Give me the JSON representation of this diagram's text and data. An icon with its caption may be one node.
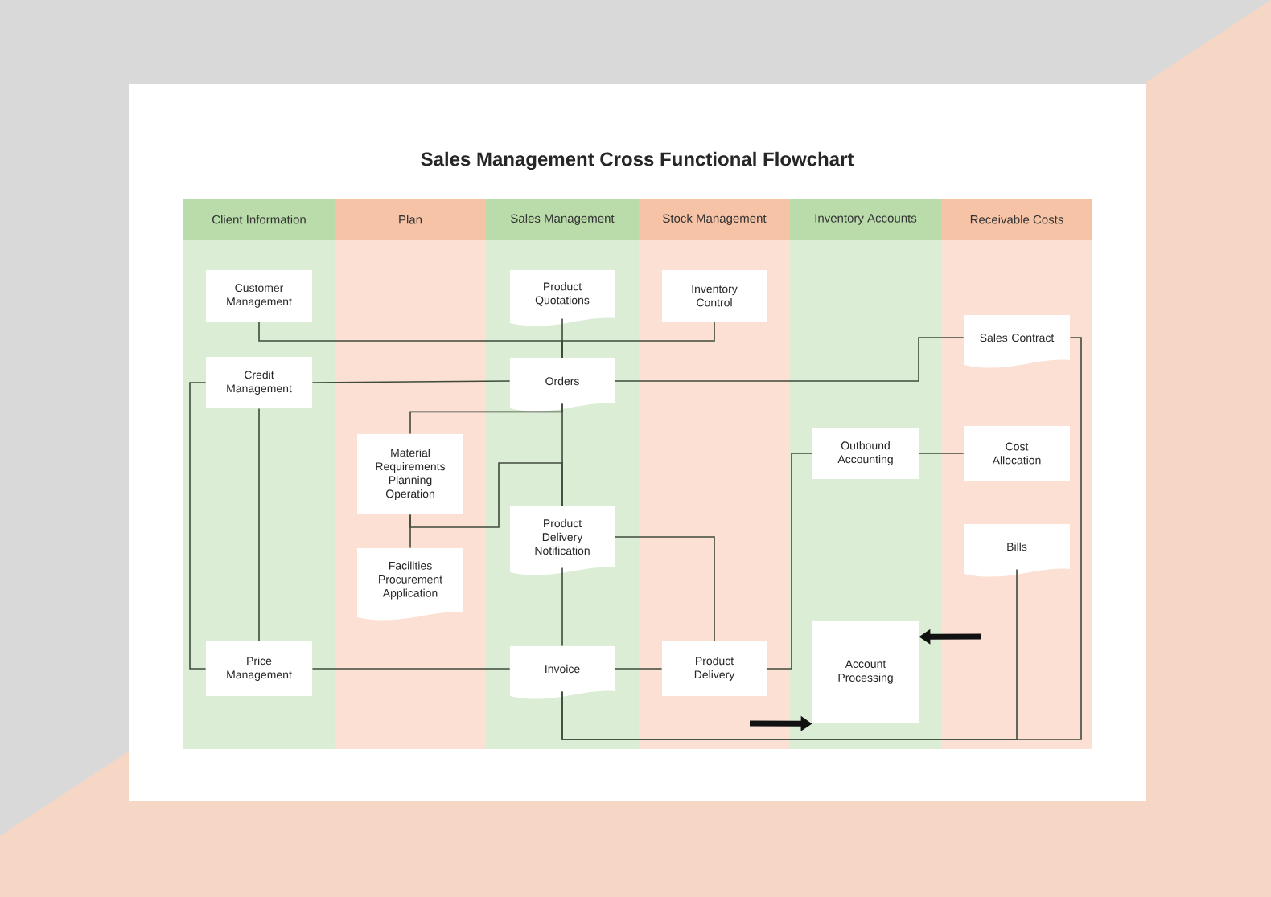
{
  "diagram": {
    "title": "Sales Management Cross Functional Flowchart",
    "nodes": [
      {
        "text": [
          "Client Information"
        ]
      },
      {
        "text": [
          "Plan"
        ]
      },
      {
        "text": [
          "Sales Management"
        ]
      },
      {
        "text": [
          "Stock Management"
        ]
      },
      {
        "text": [
          "Inventory Accounts"
        ]
      },
      {
        "text": [
          "Receivable Costs"
        ]
      },
      {
        "text": [
          "Customer Management"
        ],
        "in": 0
      },
      {
        "text": [
          "Product Quotations"
        ],
        "in": 2
      },
      {
        "text": [
          "Inventory Control"
        ],
        "in": 3
      },
      {
        "text": [
          "Sales Contract"
        ],
        "in": 5
      },
      {
        "text": [
          "Credit Management"
        ],
        "in": 0
      },
      {
        "text": [
          "Orders"
        ],
        "in": 2
      },
      {
        "text": [
          "Material Requirements Planning Operation"
        ],
        "in": 1
      },
      {
        "text": [
          "Outbound Accounting"
        ],
        "in": 4
      },
      {
        "text": [
          "Cost Allocation"
        ],
        "in": 5
      },
      {
        "text": [
          "Product Delivery Notification"
        ],
        "in": 2
      },
      {
        "text": [
          "Facilities Procurement Application"
        ],
        "in": 1
      },
      {
        "text": [
          "Bills"
        ],
        "in": 5
      },
      {
        "text": [
          "Price Management"
        ],
        "in": 0
      },
      {
        "text": [
          "Invoice"
        ],
        "in": 2
      },
      {
        "text": [
          "Product Delivery"
        ],
        "in": 3
      },
      {
        "text": [
          "Account Processing"
        ],
        "in": 4
      }
    ],
    "edges": [
      {
        "from": 6,
        "to": 11,
        "arrow": "none"
      },
      {
        "from": 7,
        "to": 11,
        "arrow": "none"
      },
      {
        "from": 8,
        "to": 11,
        "arrow": "none"
      },
      {
        "from": 10,
        "to": 11,
        "arrow": "none"
      },
      {
        "from": 11,
        "to": 9,
        "arrow": "none"
      },
      {
        "from": 11,
        "to": 12,
        "arrow": "none"
      },
      {
        "from": 11,
        "to": 15,
        "arrow": "none"
      },
      {
        "from": 12,
        "to": 16,
        "arrow": "none"
      },
      {
        "from": 12,
        "to": 15,
        "arrow": "none"
      },
      {
        "from": 15,
        "to": 20,
        "arrow": "none"
      },
      {
        "from": 15,
        "to": 19,
        "arrow": "none"
      },
      {
        "from": 18,
        "to": 19,
        "arrow": "none"
      },
      {
        "from": 19,
        "to": 20,
        "arrow": "none"
      },
      {
        "from": 10,
        "to": 18,
        "arrow": "none"
      },
      {
        "from": 10,
        "to": 18,
        "arrow": "none"
      },
      {
        "from": 20,
        "to": 13,
        "arrow": "none"
      },
      {
        "from": 13,
        "to": 14,
        "arrow": "none"
      },
      {
        "from": 9,
        "to": 19,
        "arrow": "none"
      },
      {
        "from": 17,
        "to": 19,
        "arrow": "none"
      },
      {
        "from": null,
        "to": 21,
        "arrow": "to",
        "style": "thick",
        "color": "#111111"
      },
      {
        "from": null,
        "to": 21,
        "arrow": "to",
        "style": "thick",
        "color": "#111111"
      }
    ]
  }
}
